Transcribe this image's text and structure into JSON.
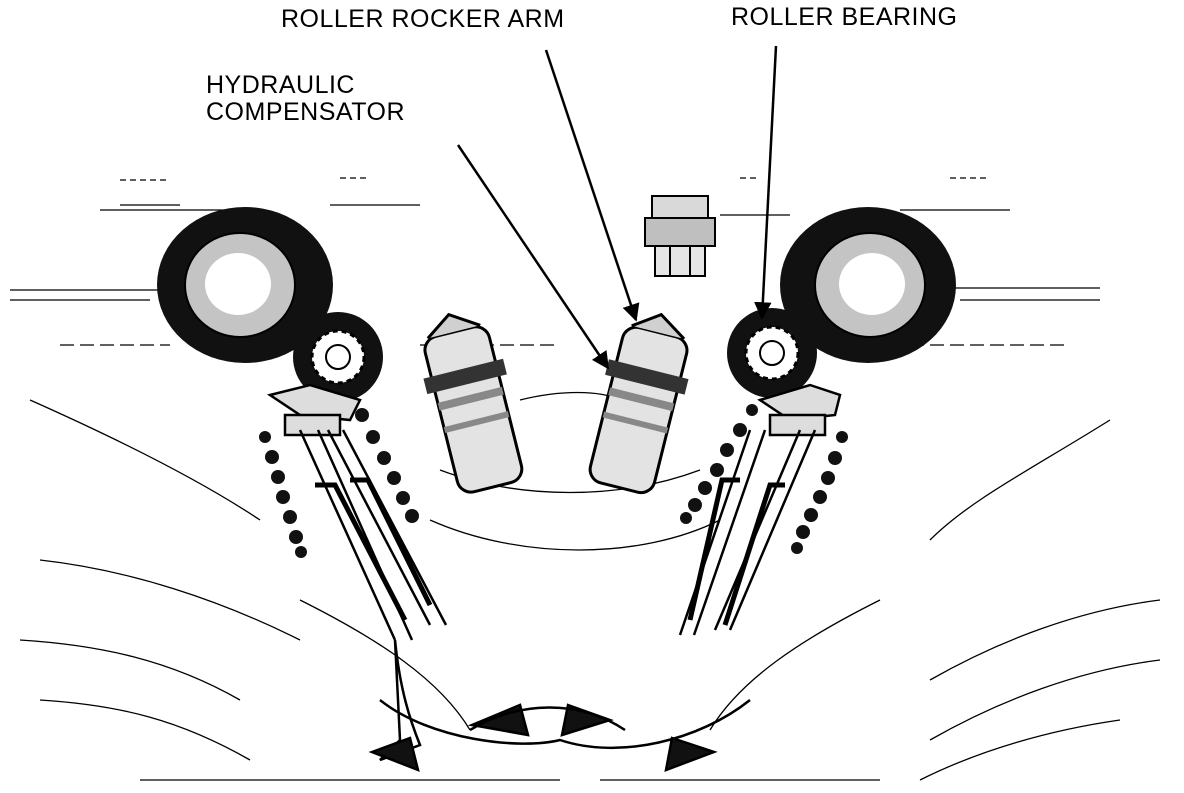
{
  "labels": {
    "roller_rocker_arm": "ROLLER ROCKER ARM",
    "roller_bearing": "ROLLER BEARING",
    "hydraulic_compensator": [
      "HYDRAULIC",
      "COMPENSATOR"
    ]
  },
  "colors": {
    "ink": "#000000",
    "paper": "#ffffff",
    "camshaft_gray": "#c4c4c4",
    "metal_gray": "#d9d9d9"
  }
}
